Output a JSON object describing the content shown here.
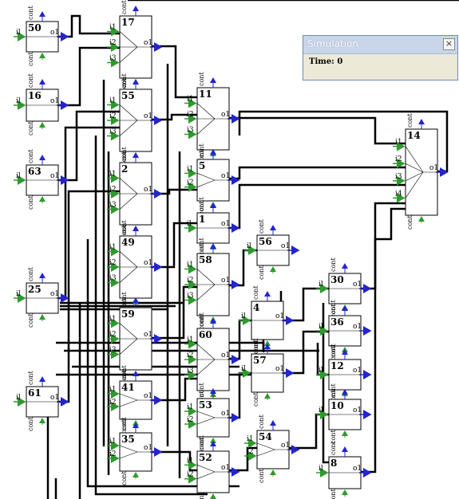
{
  "simulation": {
    "title": "Simulation",
    "close_label": "×",
    "time_label": "Time:",
    "time_value": "0"
  },
  "labels": {
    "cont": "cont",
    "input": "il",
    "output": "o1"
  },
  "colors": {
    "wire": "#000000",
    "input_arrow": "#2e9a2e",
    "output_arrow": "#2424cc",
    "cont_arrow": "#e07a14",
    "block_border": "#000000"
  },
  "nodes": [
    {
      "id": "50",
      "inputs": [
        "il"
      ],
      "outputs": [
        "o1"
      ]
    },
    {
      "id": "17",
      "inputs": [
        "i1",
        "i2",
        "i3"
      ],
      "outputs": [
        "o1"
      ]
    },
    {
      "id": "16",
      "inputs": [
        "il"
      ],
      "outputs": [
        "o1"
      ]
    },
    {
      "id": "55",
      "inputs": [
        "i1",
        "i2",
        "i3"
      ],
      "outputs": [
        "o1"
      ]
    },
    {
      "id": "11",
      "inputs": [
        "i1",
        "i2",
        "i3"
      ],
      "outputs": [
        "o1"
      ]
    },
    {
      "id": "63",
      "inputs": [
        "il"
      ],
      "outputs": [
        "o1"
      ]
    },
    {
      "id": "2",
      "inputs": [
        "i1",
        "i2",
        "i3"
      ],
      "outputs": [
        "o1"
      ]
    },
    {
      "id": "5",
      "inputs": [
        "i1",
        "i2"
      ],
      "outputs": [
        "o1"
      ]
    },
    {
      "id": "14",
      "inputs": [
        "i1",
        "i2",
        "i3",
        "i4"
      ],
      "outputs": [
        "o1"
      ]
    },
    {
      "id": "1",
      "inputs": [
        "il"
      ],
      "outputs": [
        "o1"
      ]
    },
    {
      "id": "49",
      "inputs": [
        "i1",
        "i2",
        "i3"
      ],
      "outputs": [
        "o1"
      ]
    },
    {
      "id": "56",
      "inputs": [
        "il"
      ],
      "outputs": [
        "o1"
      ]
    },
    {
      "id": "58",
      "inputs": [
        "i1",
        "i2",
        "i3"
      ],
      "outputs": [
        "o1"
      ]
    },
    {
      "id": "25",
      "inputs": [
        "il"
      ],
      "outputs": [
        "o1"
      ]
    },
    {
      "id": "30",
      "inputs": [
        "il"
      ],
      "outputs": [
        "o1"
      ]
    },
    {
      "id": "4",
      "inputs": [
        "il"
      ],
      "outputs": [
        "o1"
      ]
    },
    {
      "id": "59",
      "inputs": [
        "i1",
        "i2",
        "i3"
      ],
      "outputs": [
        "o1"
      ]
    },
    {
      "id": "36",
      "inputs": [
        "il"
      ],
      "outputs": [
        "o1"
      ]
    },
    {
      "id": "60",
      "inputs": [
        "i1",
        "i2",
        "i3"
      ],
      "outputs": [
        "o1"
      ]
    },
    {
      "id": "57",
      "inputs": [
        "il"
      ],
      "outputs": [
        "o1"
      ]
    },
    {
      "id": "12",
      "inputs": [
        "il"
      ],
      "outputs": [
        "o1"
      ]
    },
    {
      "id": "61",
      "inputs": [
        "il"
      ],
      "outputs": [
        "o1"
      ]
    },
    {
      "id": "41",
      "inputs": [
        "i1",
        "i2"
      ],
      "outputs": [
        "o1"
      ]
    },
    {
      "id": "53",
      "inputs": [
        "i1",
        "i2"
      ],
      "outputs": [
        "o1"
      ]
    },
    {
      "id": "10",
      "inputs": [
        "il"
      ],
      "outputs": [
        "o1"
      ]
    },
    {
      "id": "54",
      "inputs": [
        "i1",
        "i2"
      ],
      "outputs": [
        "o1"
      ]
    },
    {
      "id": "35",
      "inputs": [
        "i1",
        "i2"
      ],
      "outputs": [
        "o1"
      ]
    },
    {
      "id": "52",
      "inputs": [
        "i1",
        "i2"
      ],
      "outputs": [
        "o1"
      ]
    },
    {
      "id": "8",
      "inputs": [
        "il"
      ],
      "outputs": [
        "o1"
      ]
    }
  ]
}
